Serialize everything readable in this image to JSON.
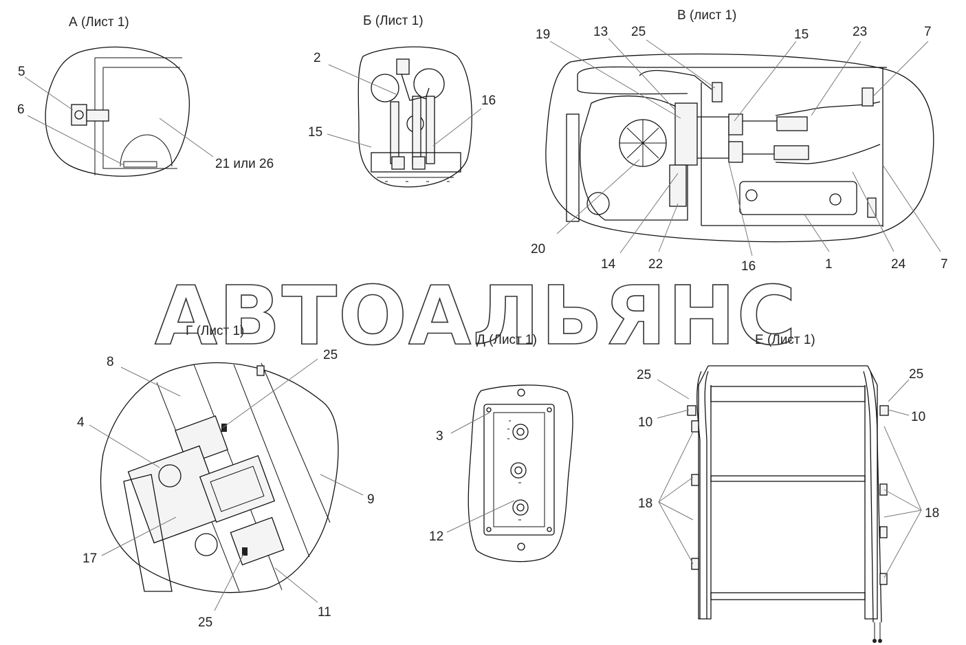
{
  "views": {
    "a": {
      "title": "А (Лист 1)",
      "labels": [
        "5",
        "6",
        "21 или 26"
      ]
    },
    "b": {
      "title": "Б (Лист 1)",
      "labels": [
        "2",
        "16",
        "15"
      ]
    },
    "v": {
      "title": "В (лист 1)",
      "labels": [
        "19",
        "13",
        "25",
        "15",
        "23",
        "7",
        "20",
        "14",
        "22",
        "16",
        "1",
        "24",
        "7"
      ]
    },
    "g": {
      "title": "Г (Лист 1)",
      "labels": [
        "8",
        "25",
        "4",
        "9",
        "17",
        "25",
        "11"
      ]
    },
    "d": {
      "title": "Д (Лист 1)",
      "labels": [
        "3",
        "12"
      ]
    },
    "e": {
      "title": "Е (Лист 1)",
      "labels": [
        "25",
        "10",
        "18",
        "25",
        "10",
        "18"
      ]
    }
  },
  "watermark": "АВТОАЛЬЯНС"
}
